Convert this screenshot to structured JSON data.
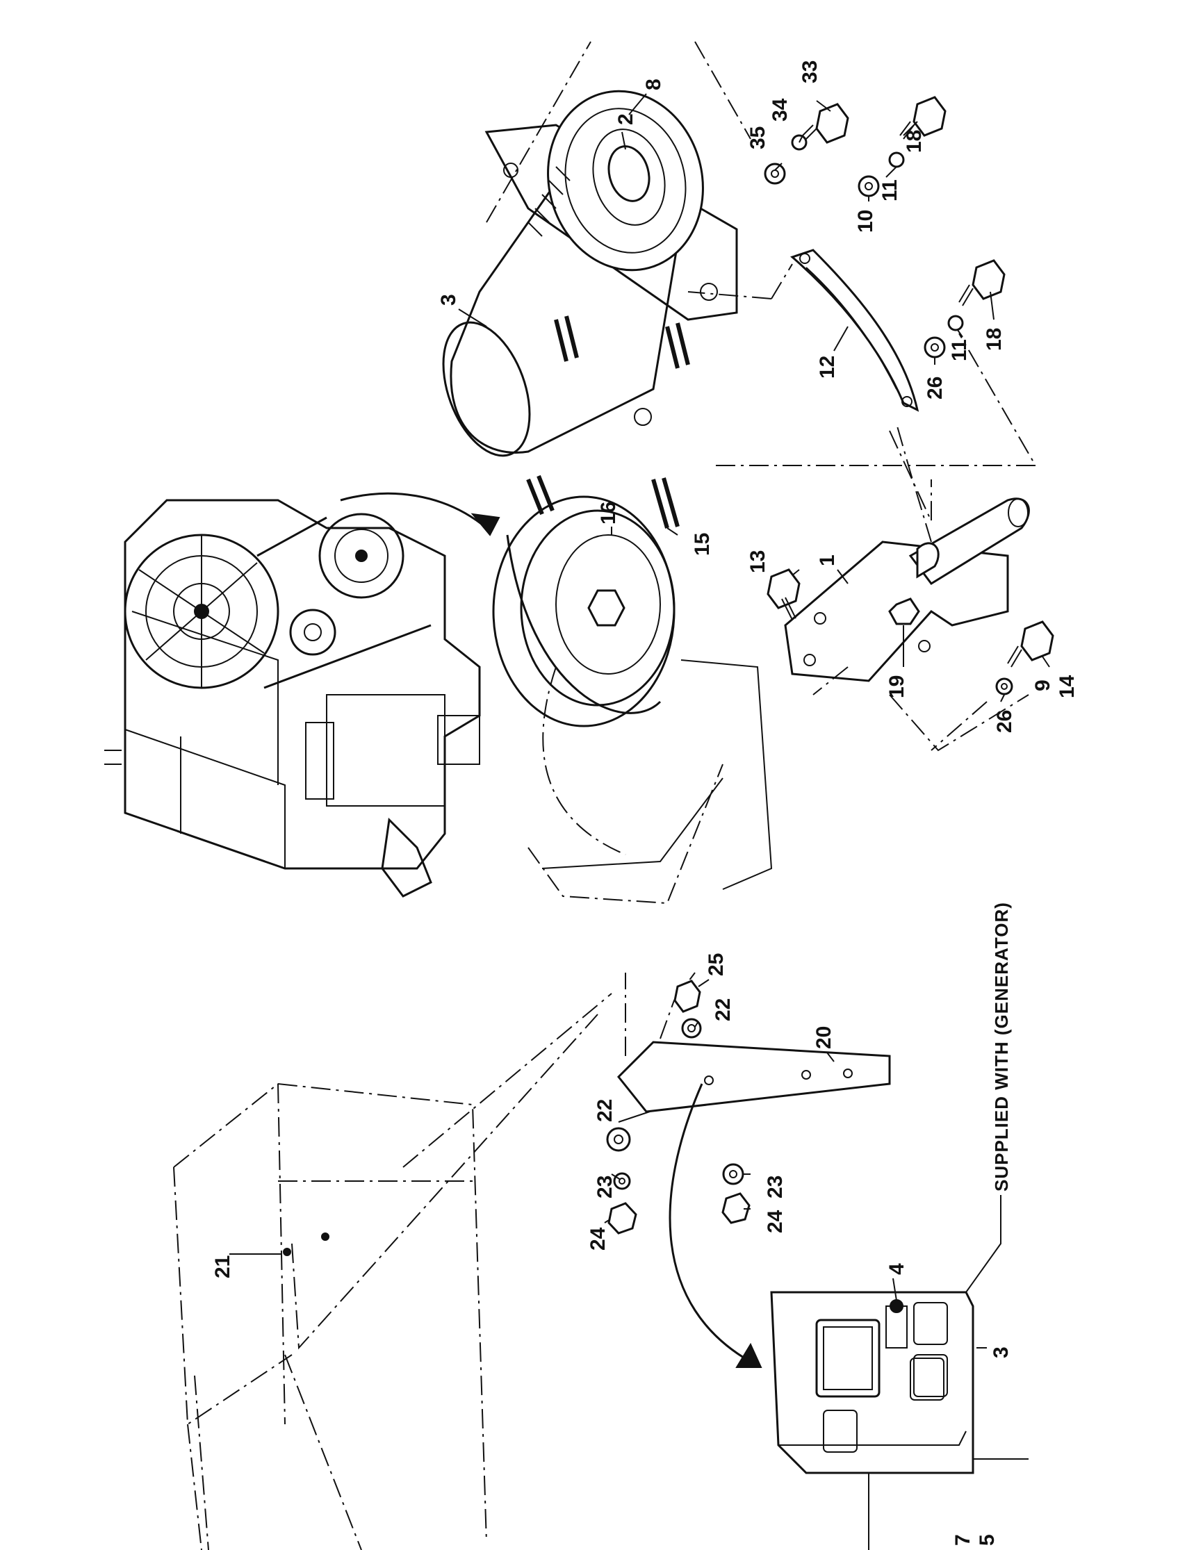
{
  "callouts": [
    {
      "id": "c8",
      "text": "8"
    },
    {
      "id": "c2",
      "text": "2"
    },
    {
      "id": "c3a",
      "text": "3"
    },
    {
      "id": "c33",
      "text": "33"
    },
    {
      "id": "c34",
      "text": "34"
    },
    {
      "id": "c35",
      "text": "35"
    },
    {
      "id": "c18a",
      "text": "18"
    },
    {
      "id": "c11a",
      "text": "11"
    },
    {
      "id": "c10",
      "text": "10"
    },
    {
      "id": "c12",
      "text": "12"
    },
    {
      "id": "c26a",
      "text": "26"
    },
    {
      "id": "c11b",
      "text": "11"
    },
    {
      "id": "c18b",
      "text": "18"
    },
    {
      "id": "c16",
      "text": "16"
    },
    {
      "id": "c15",
      "text": "15"
    },
    {
      "id": "c13",
      "text": "13"
    },
    {
      "id": "c1",
      "text": "1"
    },
    {
      "id": "c19",
      "text": "19"
    },
    {
      "id": "c26b",
      "text": "26"
    },
    {
      "id": "c9",
      "text": "9"
    },
    {
      "id": "c14",
      "text": "14"
    },
    {
      "id": "c25",
      "text": "25"
    },
    {
      "id": "c22a",
      "text": "22"
    },
    {
      "id": "c20",
      "text": "20"
    },
    {
      "id": "c22b",
      "text": "22"
    },
    {
      "id": "c23a",
      "text": "23"
    },
    {
      "id": "c23b",
      "text": "23"
    },
    {
      "id": "c24a",
      "text": "24"
    },
    {
      "id": "c24b",
      "text": "24"
    },
    {
      "id": "c21",
      "text": "21"
    },
    {
      "id": "c4",
      "text": "4"
    },
    {
      "id": "c3b",
      "text": "3"
    },
    {
      "id": "c7",
      "text": "7"
    },
    {
      "id": "c5",
      "text": "5"
    }
  ],
  "note": {
    "text": "SUPPLIED WITH (GENERATOR)"
  }
}
